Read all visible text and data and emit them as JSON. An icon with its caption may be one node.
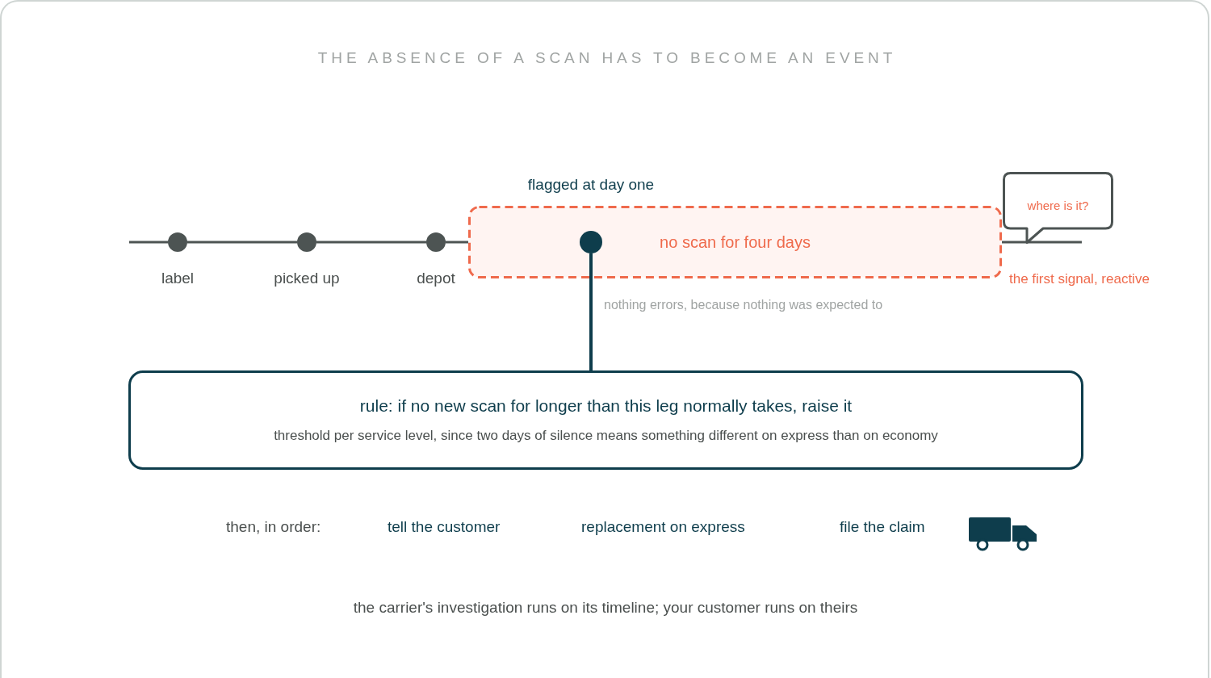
{
  "diagram": {
    "title": "THE ABSENCE OF A SCAN HAS TO BECOME AN EVENT",
    "nodes": [
      {
        "text": [],
        "shape": "circle",
        "beside": [
          "label"
        ]
      },
      {
        "text": [],
        "shape": "circle",
        "beside": [
          "picked up"
        ]
      },
      {
        "text": [],
        "shape": "circle",
        "beside": [
          "depot"
        ]
      },
      {
        "text": [
          "no scan for four days"
        ],
        "beside": [
          "nothing errors, because nothing was expected to"
        ]
      },
      {
        "text": [],
        "shape": "circle",
        "in": 3,
        "beside": [
          "flagged at day one"
        ]
      },
      {
        "text": [
          "where is it?"
        ],
        "beside": [
          "the first signal, reactive"
        ]
      },
      {
        "text": [
          "rule: if no new scan for longer than this leg normally takes, raise it",
          "threshold per service level, since two days of silence means something different on express than on economy"
        ]
      }
    ],
    "edges": [
      {
        "from": null,
        "to": 0,
        "arrow": "none"
      },
      {
        "from": 0,
        "to": 1,
        "arrow": "none"
      },
      {
        "from": 1,
        "to": 2,
        "arrow": "none"
      },
      {
        "from": 2,
        "to": 3,
        "arrow": "none"
      },
      {
        "from": 3,
        "to": 5,
        "arrow": "none"
      },
      {
        "from": 4,
        "to": 6,
        "arrow": "none",
        "color": "#0e3d4c"
      }
    ],
    "labels": [
      "then, in order:",
      "tell the customer",
      "replacement on express",
      "file the claim"
    ],
    "caption": "the carrier's investigation runs on its timeline; your customer runs on theirs"
  }
}
